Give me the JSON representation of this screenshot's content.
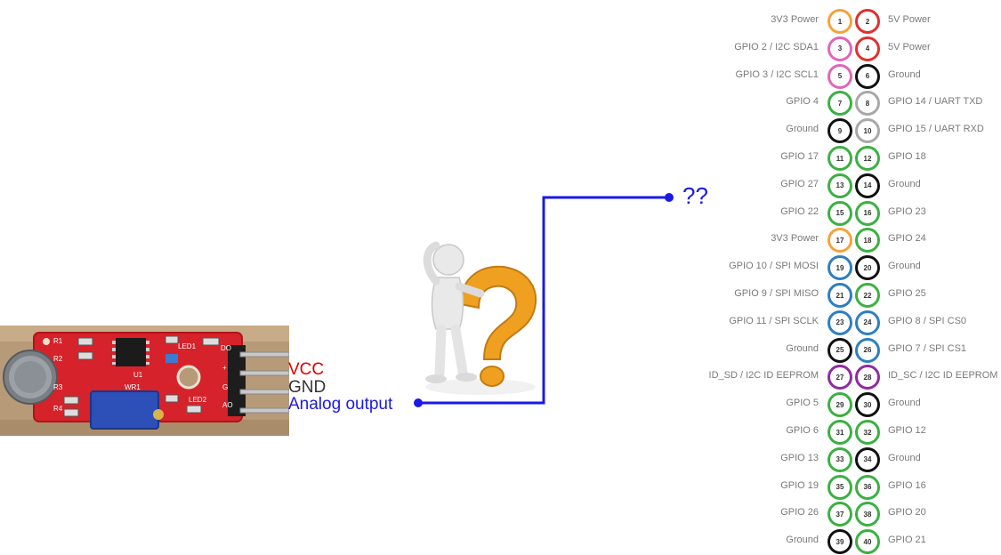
{
  "sensor": {
    "labels": [
      {
        "text": "VCC",
        "color": "#e00000"
      },
      {
        "text": "GND",
        "color": "#333333"
      },
      {
        "text": "Analog output",
        "color": "#1a1ae6"
      }
    ],
    "board_silkscreen": [
      "R1",
      "R2",
      "R3",
      "R4",
      "U1",
      "LED1",
      "LED2",
      "DO",
      "+",
      "G",
      "AO",
      "WR1"
    ]
  },
  "connection": {
    "unknown_label": "??",
    "line_color": "#1a1ae6"
  },
  "figure": {
    "icon": "thinking-person-question-mark",
    "mark_color": "#f0a020"
  },
  "gpio_header": {
    "colors": {
      "power33": "#f7a23b",
      "power5": "#e03030",
      "ground": "#111111",
      "gpio": "#3cb043",
      "i2c": "#e066b8",
      "uart": "#a8a8a8",
      "spi": "#2e7fc0",
      "eeprom": "#8e2ca0"
    },
    "pins": [
      {
        "n": "1",
        "label": "3V3 Power",
        "type": "power33"
      },
      {
        "n": "2",
        "label": "5V Power",
        "type": "power5"
      },
      {
        "n": "3",
        "label": "GPIO 2 / I2C SDA1",
        "type": "i2c"
      },
      {
        "n": "4",
        "label": "5V Power",
        "type": "power5"
      },
      {
        "n": "5",
        "label": "GPIO 3 / I2C SCL1",
        "type": "i2c"
      },
      {
        "n": "6",
        "label": "Ground",
        "type": "ground"
      },
      {
        "n": "7",
        "label": "GPIO 4",
        "type": "gpio"
      },
      {
        "n": "8",
        "label": "GPIO 14 / UART TXD",
        "type": "uart"
      },
      {
        "n": "9",
        "label": "Ground",
        "type": "ground"
      },
      {
        "n": "10",
        "label": "GPIO 15 / UART RXD",
        "type": "uart"
      },
      {
        "n": "11",
        "label": "GPIO 17",
        "type": "gpio"
      },
      {
        "n": "12",
        "label": "GPIO 18",
        "type": "gpio"
      },
      {
        "n": "13",
        "label": "GPIO 27",
        "type": "gpio"
      },
      {
        "n": "14",
        "label": "Ground",
        "type": "ground"
      },
      {
        "n": "15",
        "label": "GPIO 22",
        "type": "gpio"
      },
      {
        "n": "16",
        "label": "GPIO 23",
        "type": "gpio"
      },
      {
        "n": "17",
        "label": "3V3 Power",
        "type": "power33"
      },
      {
        "n": "18",
        "label": "GPIO 24",
        "type": "gpio"
      },
      {
        "n": "19",
        "label": "GPIO 10 / SPI MOSI",
        "type": "spi"
      },
      {
        "n": "20",
        "label": "Ground",
        "type": "ground"
      },
      {
        "n": "21",
        "label": "GPIO 9 / SPI MISO",
        "type": "spi"
      },
      {
        "n": "22",
        "label": "GPIO 25",
        "type": "gpio"
      },
      {
        "n": "23",
        "label": "GPIO 11 / SPI SCLK",
        "type": "spi"
      },
      {
        "n": "24",
        "label": "GPIO 8 / SPI CS0",
        "type": "spi"
      },
      {
        "n": "25",
        "label": "Ground",
        "type": "ground"
      },
      {
        "n": "26",
        "label": "GPIO 7 / SPI CS1",
        "type": "spi"
      },
      {
        "n": "27",
        "label": "ID_SD / I2C ID EEPROM",
        "type": "eeprom"
      },
      {
        "n": "28",
        "label": "ID_SC / I2C ID EEPROM",
        "type": "eeprom"
      },
      {
        "n": "29",
        "label": "GPIO 5",
        "type": "gpio"
      },
      {
        "n": "30",
        "label": "Ground",
        "type": "ground"
      },
      {
        "n": "31",
        "label": "GPIO 6",
        "type": "gpio"
      },
      {
        "n": "32",
        "label": "GPIO 12",
        "type": "gpio"
      },
      {
        "n": "33",
        "label": "GPIO 13",
        "type": "gpio"
      },
      {
        "n": "34",
        "label": "Ground",
        "type": "ground"
      },
      {
        "n": "35",
        "label": "GPIO 19",
        "type": "gpio"
      },
      {
        "n": "36",
        "label": "GPIO 16",
        "type": "gpio"
      },
      {
        "n": "37",
        "label": "GPIO 26",
        "type": "gpio"
      },
      {
        "n": "38",
        "label": "GPIO 20",
        "type": "gpio"
      },
      {
        "n": "39",
        "label": "Ground",
        "type": "ground"
      },
      {
        "n": "40",
        "label": "GPIO 21",
        "type": "gpio"
      }
    ]
  }
}
